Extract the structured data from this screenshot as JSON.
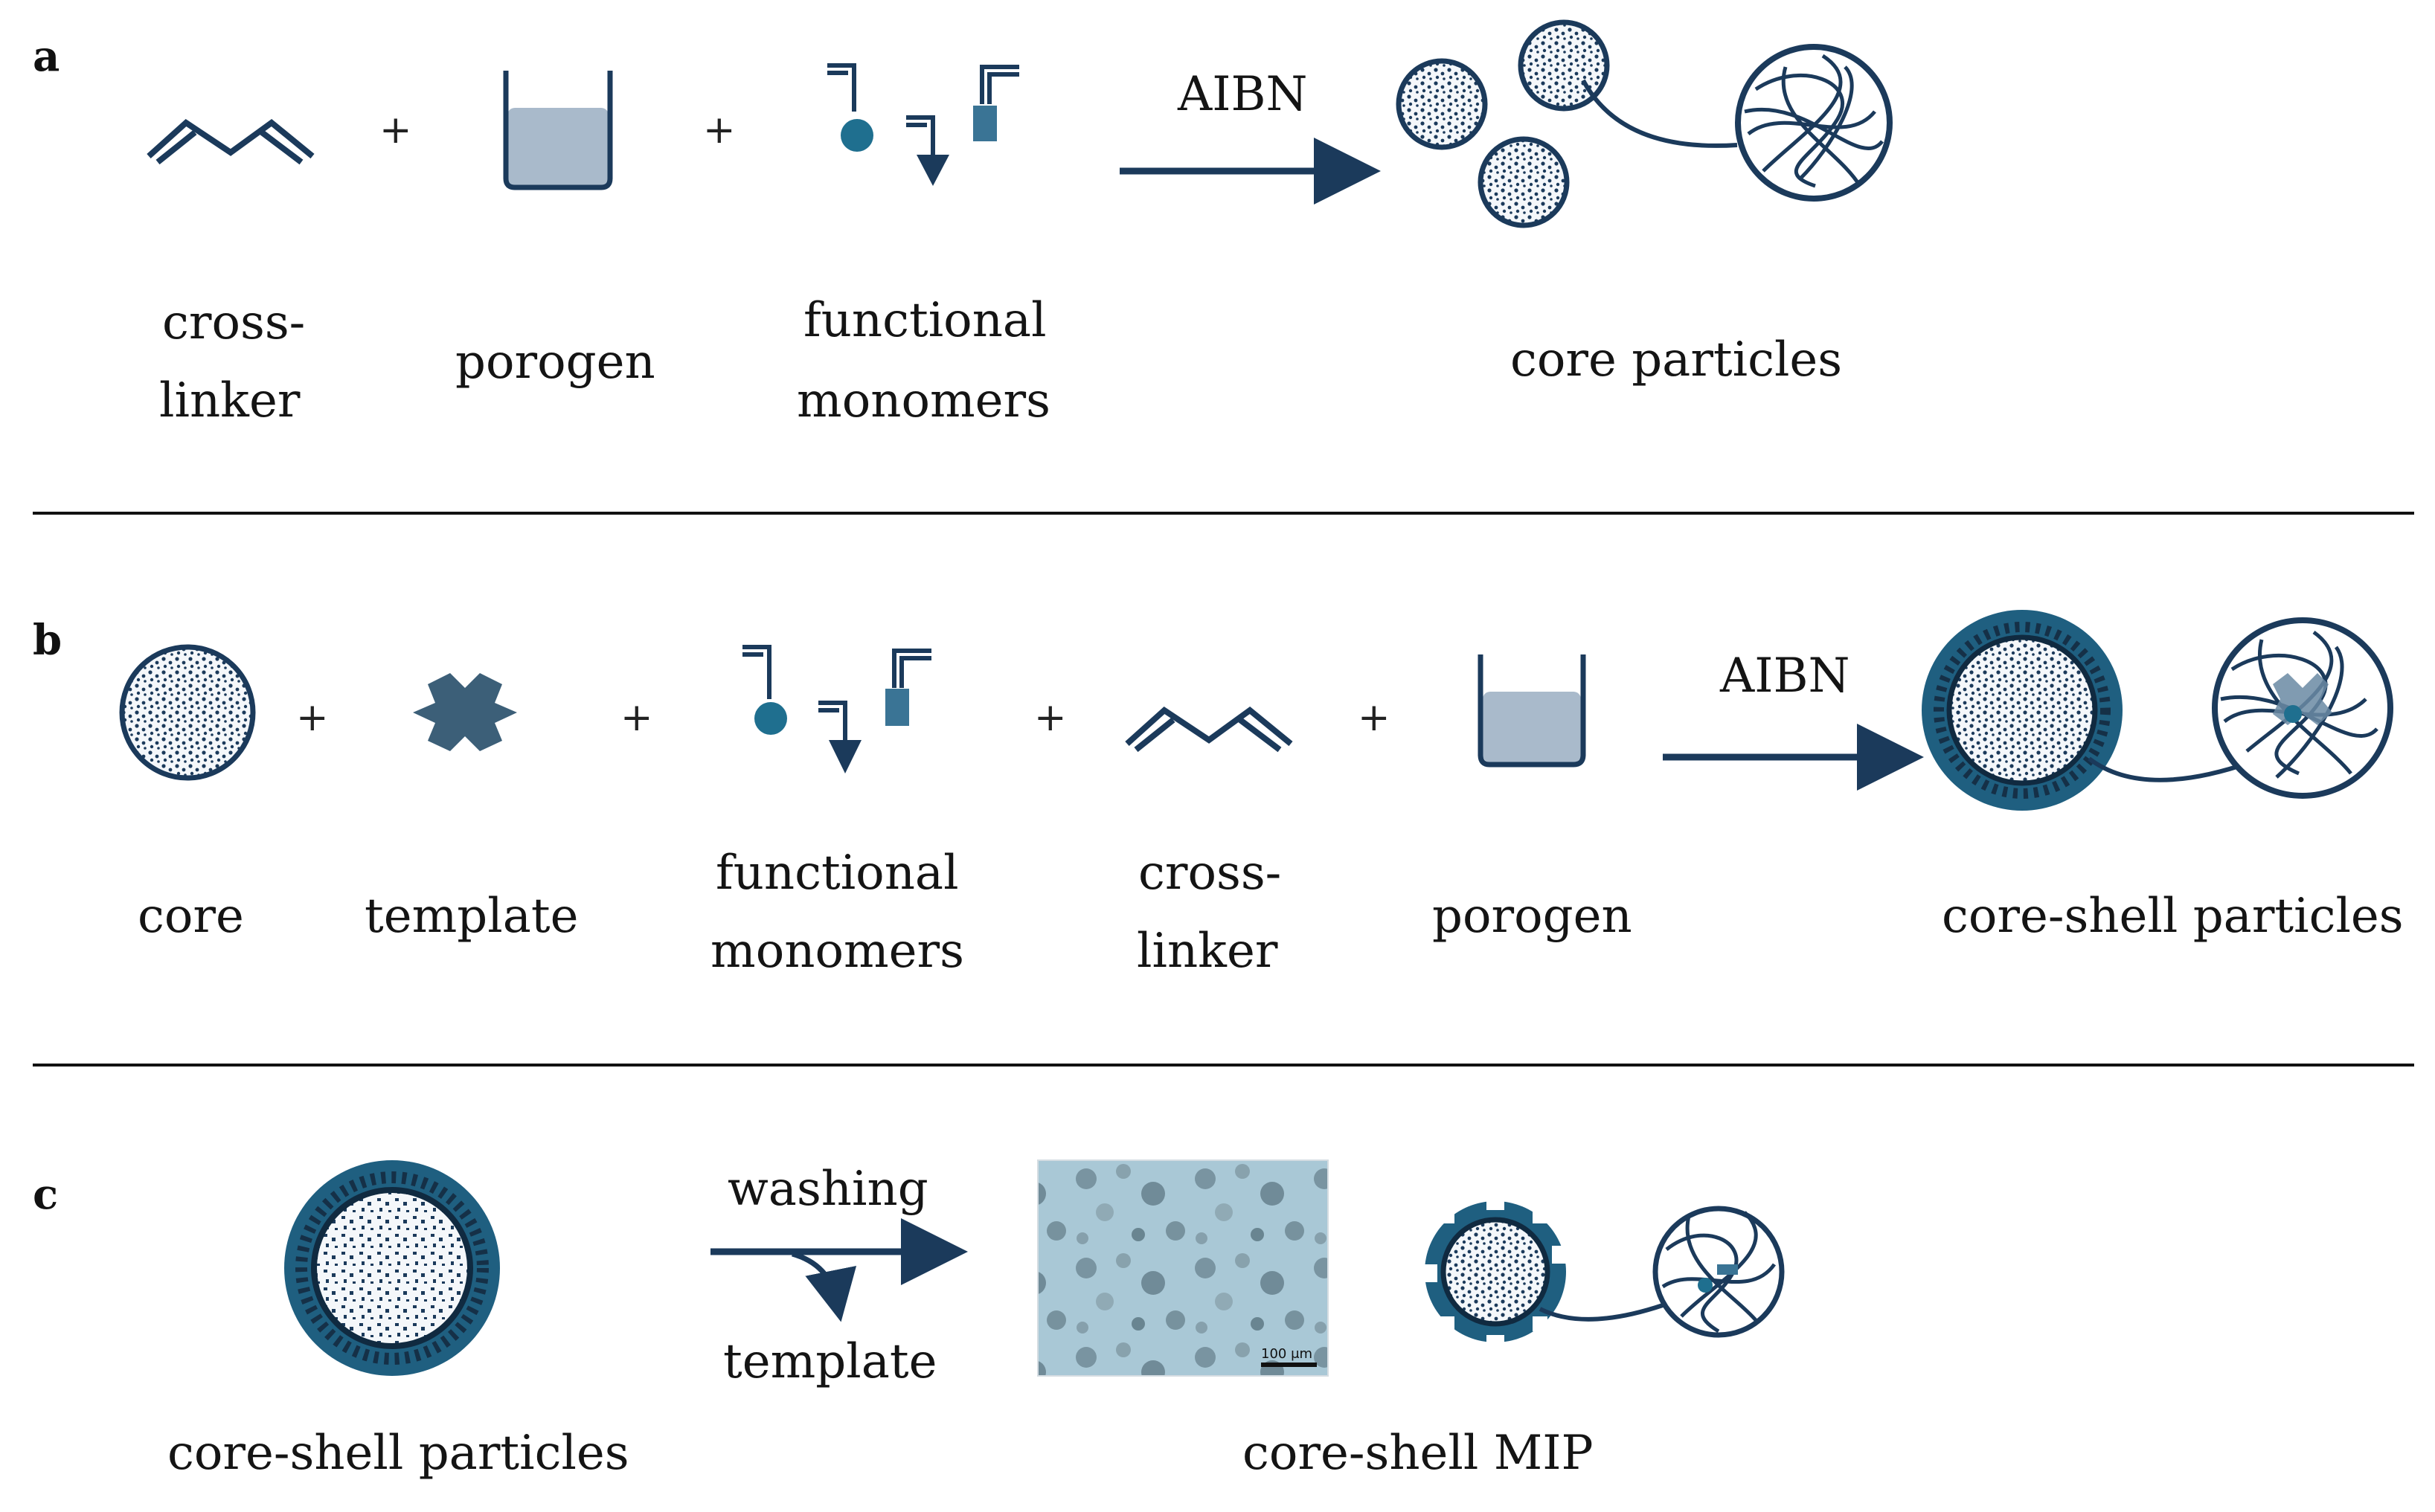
{
  "panels": {
    "a": {
      "letter": "a",
      "labels": {
        "crosslinker_1": "cross-",
        "crosslinker_2": "linker",
        "porogen": "porogen",
        "functional_1": "functional",
        "functional_2": "monomers",
        "product": "core particles"
      },
      "arrow_label": "AIBN",
      "plus": [
        "+",
        "+"
      ]
    },
    "b": {
      "letter": "b",
      "labels": {
        "core": "core",
        "template": "template",
        "functional_1": "functional",
        "functional_2": "monomers",
        "crosslinker_1": "cross-",
        "crosslinker_2": "linker",
        "porogen": "porogen",
        "product": "core-shell particles"
      },
      "arrow_label": "AIBN",
      "plus": [
        "+",
        "+",
        "+",
        "+"
      ]
    },
    "c": {
      "letter": "c",
      "labels": {
        "reactant": "core-shell particles",
        "product": "core-shell MIP",
        "scale_bar": "100 μm"
      },
      "arrow_label_top": "washing",
      "arrow_label_bottom": "template"
    }
  },
  "colors": {
    "navy": "#1b3a5b",
    "teal": "#1f5f80",
    "liquid": "#a9bacb",
    "micro_bg": "#a9c8d6"
  }
}
